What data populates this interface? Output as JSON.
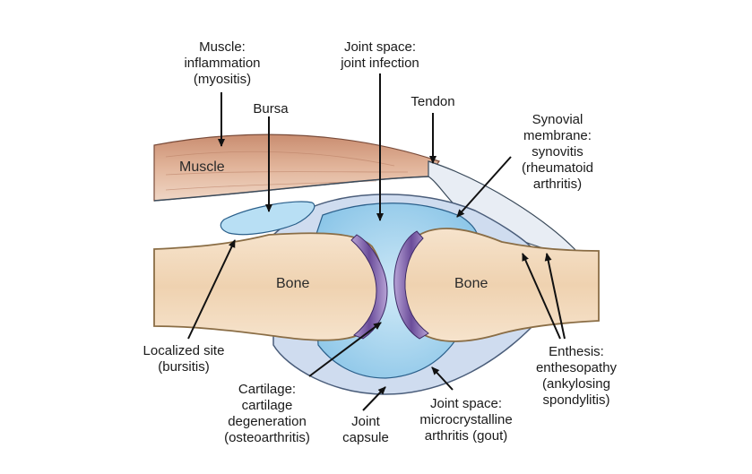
{
  "diagram": {
    "labels": {
      "muscle_inflammation": [
        "Muscle:",
        "inflammation",
        "(myositis)"
      ],
      "joint_space_infection": [
        "Joint space:",
        "joint infection"
      ],
      "tendon": [
        "Tendon"
      ],
      "bursa": [
        "Bursa"
      ],
      "synovial": [
        "Synovial",
        "membrane:",
        "synovitis",
        "(rheumatoid",
        "arthritis)"
      ],
      "localized": [
        "Localized site",
        "(bursitis)"
      ],
      "cartilage": [
        "Cartilage:",
        "cartilage",
        "degeneration",
        "(osteoarthritis)"
      ],
      "joint_capsule": [
        "Joint",
        "capsule"
      ],
      "joint_space_gout": [
        "Joint space:",
        "microcrystalline",
        "arthritis (gout)"
      ],
      "enthesis": [
        "Enthesis:",
        "enthesopathy",
        "(ankylosing",
        "spondylitis)"
      ]
    },
    "tissues": {
      "muscle": "Muscle",
      "bone_left": "Bone",
      "bone_right": "Bone"
    },
    "colors": {
      "bone": "#f2d9bd",
      "bone_edge": "#8a6d45",
      "muscle": "#d9a98e",
      "synovial_fluid": "#a6d3ee",
      "cartilage": "#7d5fa8",
      "capsule": "#c8d8ec",
      "bursa": "#b5dcf2",
      "tendon": "#e2e8f0"
    }
  }
}
